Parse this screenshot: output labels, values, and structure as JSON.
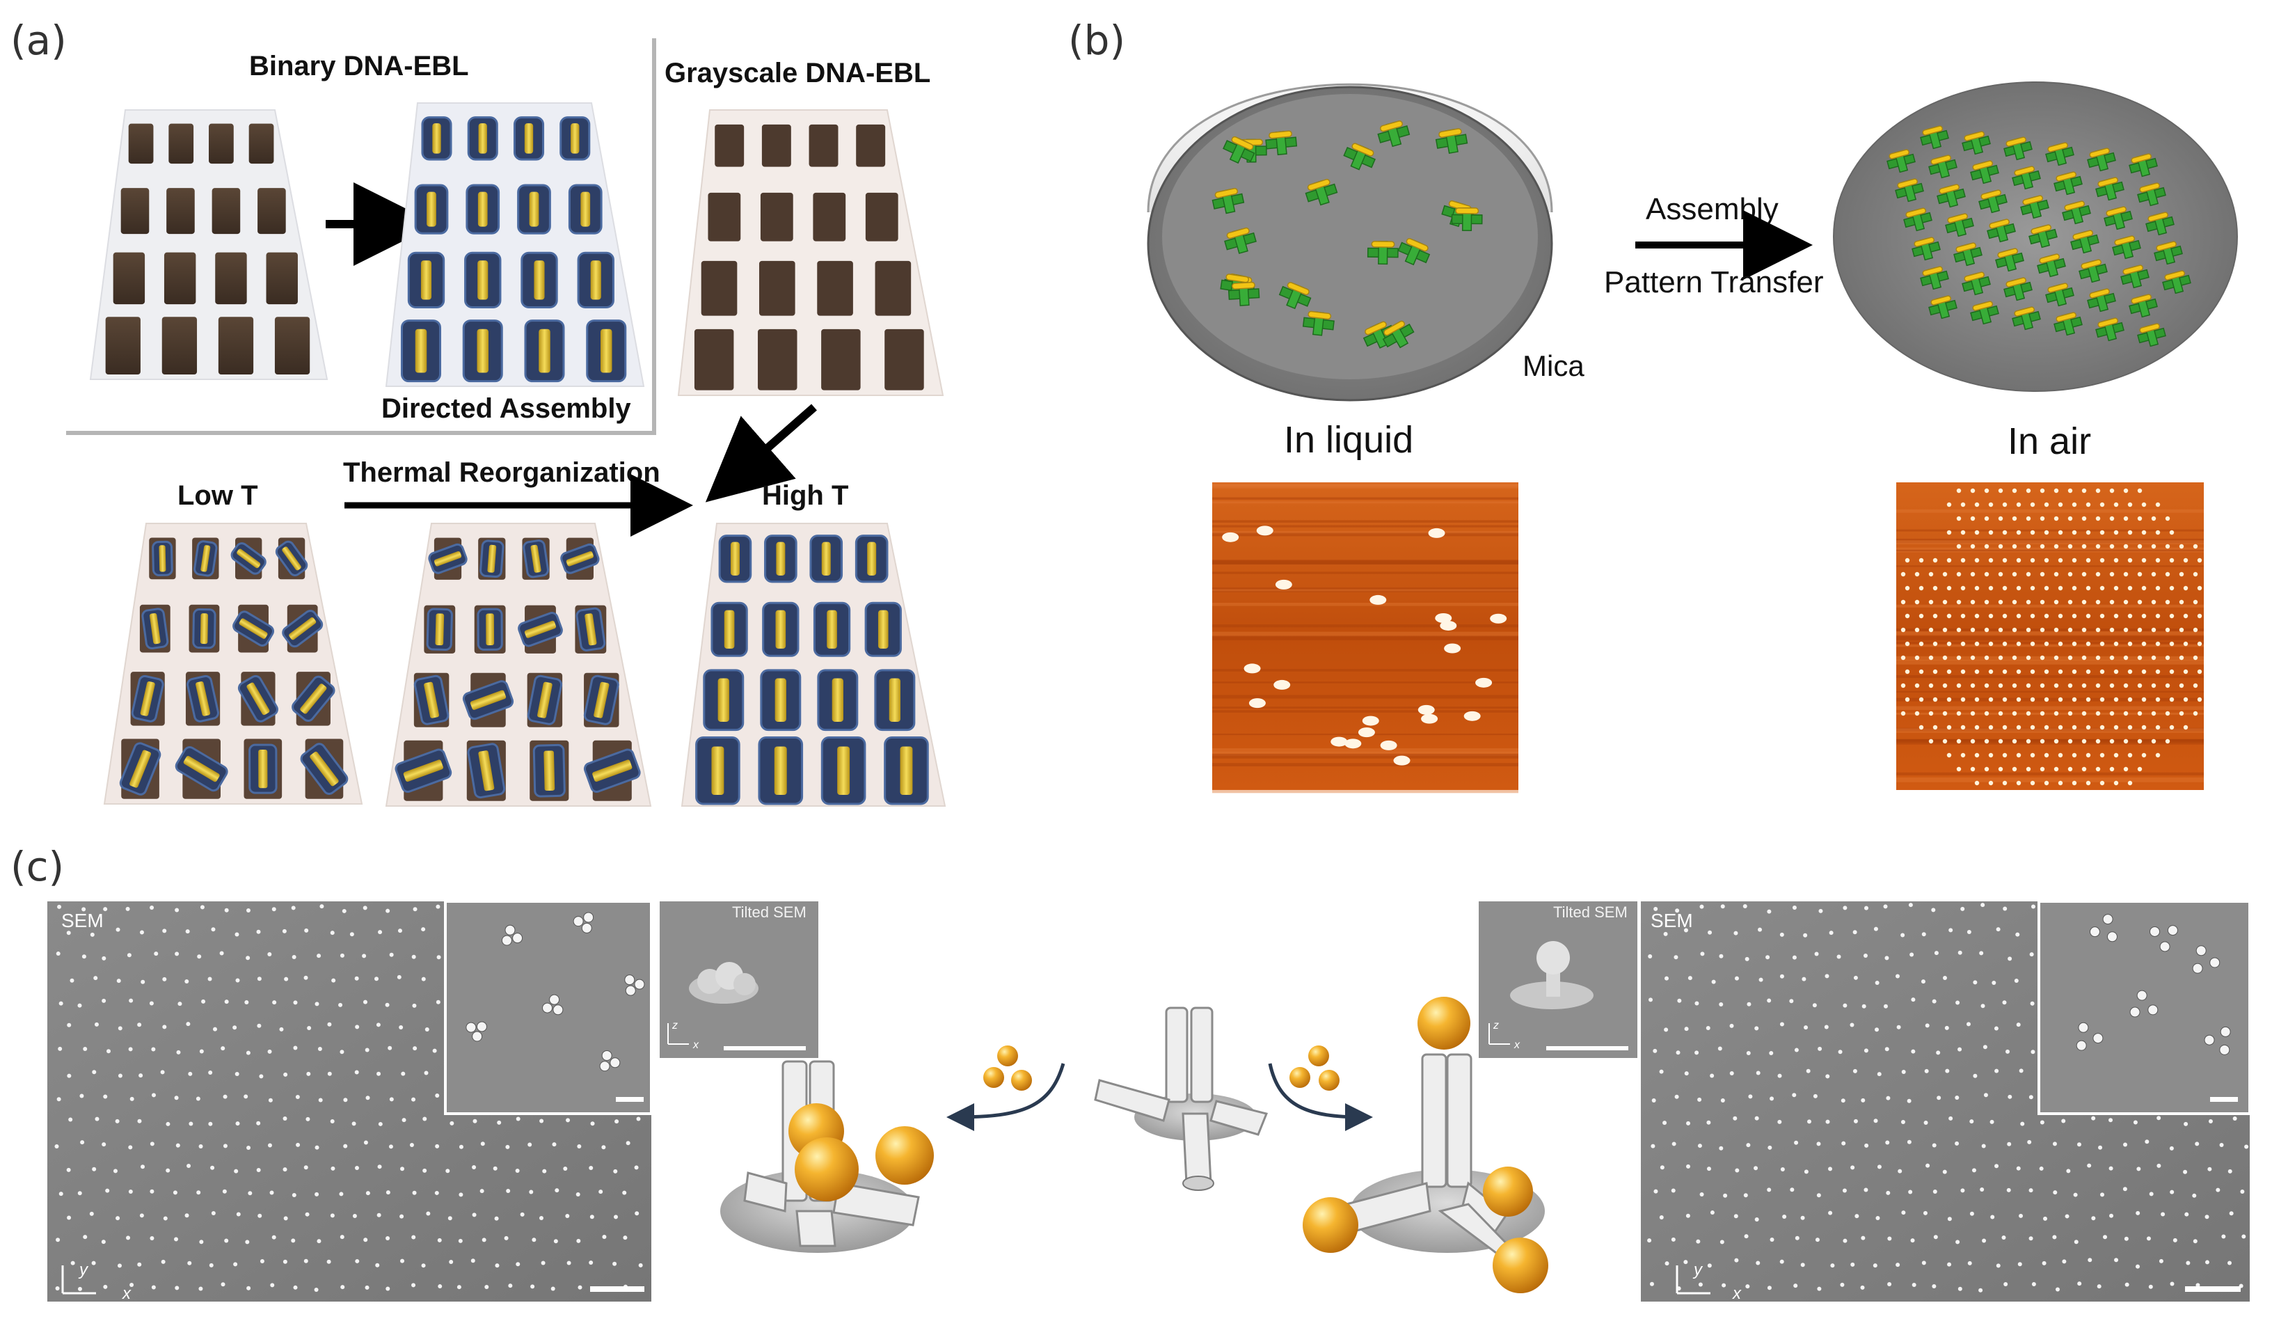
{
  "panel_a": {
    "label": "(a)",
    "binary_title": "Binary DNA-EBL",
    "grayscale_title": "Grayscale DNA-EBL",
    "directed_assembly": "Directed Assembly",
    "thermal_reorganization": "Thermal Reorganization",
    "low_t": "Low T",
    "high_t": "High T"
  },
  "panel_b": {
    "label": "(b)",
    "assembly": "Assembly",
    "pattern_transfer": "Pattern Transfer",
    "mica": "Mica",
    "in_liquid": "In liquid",
    "in_air": "In air"
  },
  "panel_c": {
    "label": "(c)",
    "sem_left": "SEM",
    "sem_right": "SEM",
    "tilted_sem_left": "Tilted SEM",
    "tilted_sem_right": "Tilted SEM",
    "axis_x": "x",
    "axis_y": "y",
    "axis_z": "z"
  },
  "colors": {
    "dna_tile": "#4a3a30",
    "nanorod": "#e8c531",
    "shell": "#36507a",
    "origami_green": "#2e9a2e",
    "afm_orange": "#c85010",
    "sem_gray": "#7c7c7c",
    "gold_sphere": "#f0a020"
  }
}
